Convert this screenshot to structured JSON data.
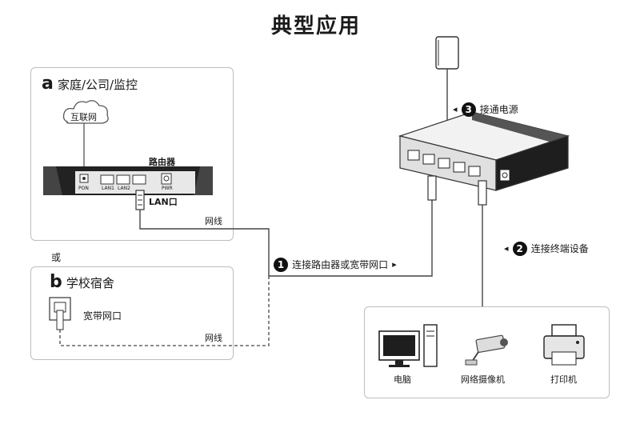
{
  "title": "典型应用",
  "section_a": {
    "letter": "a",
    "label": "家庭/公司/监控"
  },
  "section_b": {
    "letter": "b",
    "label": "学校宿舍"
  },
  "or_text": "或",
  "internet_label": "互联网",
  "router_label": "路由器",
  "router_ports": {
    "pon": "PON",
    "lan1": "LAN1",
    "lan2": "LAN2",
    "pwr": "PWR"
  },
  "lan_port_label": "LAN口",
  "cable_label_a": "网线",
  "cable_label_b": "网线",
  "wall_port_label": "宽带网口",
  "steps": [
    {
      "num": "1",
      "label": "连接路由器或宽带网口",
      "arrow": "▸"
    },
    {
      "num": "2",
      "label": "连接终端设备",
      "arrow": "◂"
    },
    {
      "num": "3",
      "label": "接通电源",
      "arrow": "◂"
    }
  ],
  "devices": [
    {
      "label": "电脑",
      "icon": "computer-icon"
    },
    {
      "label": "网络摄像机",
      "icon": "camera-icon"
    },
    {
      "label": "打印机",
      "icon": "printer-icon"
    }
  ]
}
